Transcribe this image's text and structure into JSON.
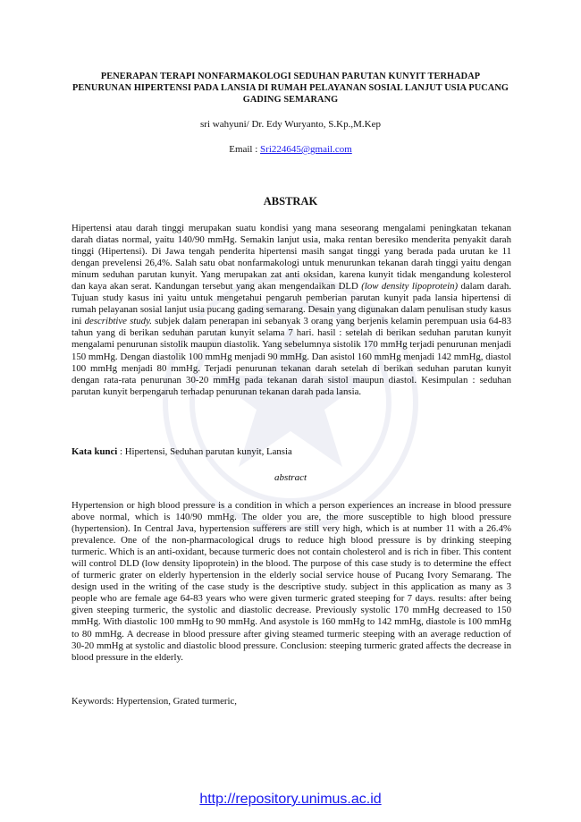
{
  "document": {
    "title": "PENERAPAN TERAPI NONFARMAKOLOGI SEDUHAN PARUTAN KUNYIT TERHADAP PENURUNAN HIPERTENSI PADA LANSIA DI RUMAH PELAYANAN SOSIAL LANJUT USIA PUCANG GADING SEMARANG",
    "authors": "sri wahyuni/ Dr. Edy Wuryanto, S.Kp.,M.Kep",
    "email_label": "Email : ",
    "email": "Sri224645@gmail.com",
    "abstrak_heading": "ABSTRAK",
    "abstrak": {
      "part1": "Hipertensi atau darah tinggi merupakan suatu kondisi yang mana seseorang mengalami peningkatan tekanan darah diatas normal, yaitu 140/90 mmHg. Semakin lanjut usia, maka rentan beresiko menderita penyakit darah tinggi (Hipertensi). Di Jawa tengah penderita hipertensi masih sangat tinggi yang berada pada urutan ke 11 dengan prevelensi 26,4%. Salah satu obat nonfarmakologi untuk menurunkan tekanan darah tinggi yaitu dengan minum seduhan parutan kunyit. Yang merupakan zat anti oksidan, karena kunyit tidak mengandung kolesterol dan kaya akan serat. Kandungan tersebut yang akan mengendaikan DLD ",
      "italic1": "(low density lipoprotein)",
      "part2": " dalam darah. Tujuan study kasus ini yaitu untuk mengetahui pengaruh pemberian parutan kunyit pada lansia hipertensi di rumah pelayanan sosial lanjut usia pucang gading semarang. Desain yang digunakan dalam penulisan study kasus ini ",
      "italic2": "describtive study.",
      "part3": " subjek dalam penerapan ini sebanyak 3 orang yang berjenis kelamin perempuan usia 64-83 tahun yang di berikan seduhan parutan kunyit selama 7 hari. hasil : setelah di berikan seduhan parutan kunyit mengalami penurunan sistolik maupun diastolik. Yang sebelumnya sistolik 170 mmHg terjadi penurunan menjadi 150 mmHg. Dengan diastolik 100 mmHg menjadi 90 mmHg. Dan asistol 160 mmHg menjadi 142 mmHg, diastol 100 mmHg menjadi 80 mmHg. Terjadi penurunan tekanan darah setelah di berikan seduhan parutan kunyit dengan rata-rata penurunan 30-20 mmHg pada tekanan darah sistol maupun diastol. Kesimpulan : seduhan parutan kunyit berpengaruh terhadap penurunan tekanan darah pada lansia."
    },
    "kata_kunci_label": "Kata kunci",
    "kata_kunci": " : Hipertensi, Seduhan parutan kunyit, Lansia",
    "abstract_heading": "abstract",
    "abstract_en": "Hypertension or high blood pressure is a condition in which a person experiences an increase in blood pressure above normal, which is 140/90 mmHg. The older you are, the more susceptible to high blood pressure (hypertension). In Central Java, hypertension sufferers are still very high, which is at number 11 with a 26.4% prevalence. One of the non-pharmacological drugs to reduce high blood pressure is by drinking steeping turmeric. Which is an anti-oxidant, because turmeric does not contain cholesterol and is rich in fiber. This content will control DLD (low density lipoprotein) in the blood. The purpose of this case study is to determine the effect of turmeric grater on elderly hypertension in the elderly social service house of Pucang Ivory Semarang. The design used in the writing of the case study is the descriptive study. subject in this application as many as 3 people who are female age 64-83 years who were given turmeric grated steeping for 7 days. results: after being given steeping turmeric, the systolic and diastolic decrease. Previously systolic 170 mmHg decreased to 150 mmHg. With diastolic 100 mmHg to 90 mmHg. And asystole is 160 mmHg to 142 mmHg, diastole is 100 mmHg to 80 mmHg. A decrease in blood pressure after giving steamed turmeric steeping with an average reduction of 30-20 mmHg at systolic and diastolic blood pressure. Conclusion: steeping turmeric grated affects the decrease in blood pressure in the elderly.",
    "keywords": "Keywords: Hypertension, Grated turmeric,",
    "footer_url": "http://repository.unimus.ac.id"
  },
  "colors": {
    "text": "#111111",
    "link": "#1a1aee",
    "watermark": "#2a3a8a"
  },
  "icons": {
    "watermark": "university-seal-watermark-icon"
  }
}
